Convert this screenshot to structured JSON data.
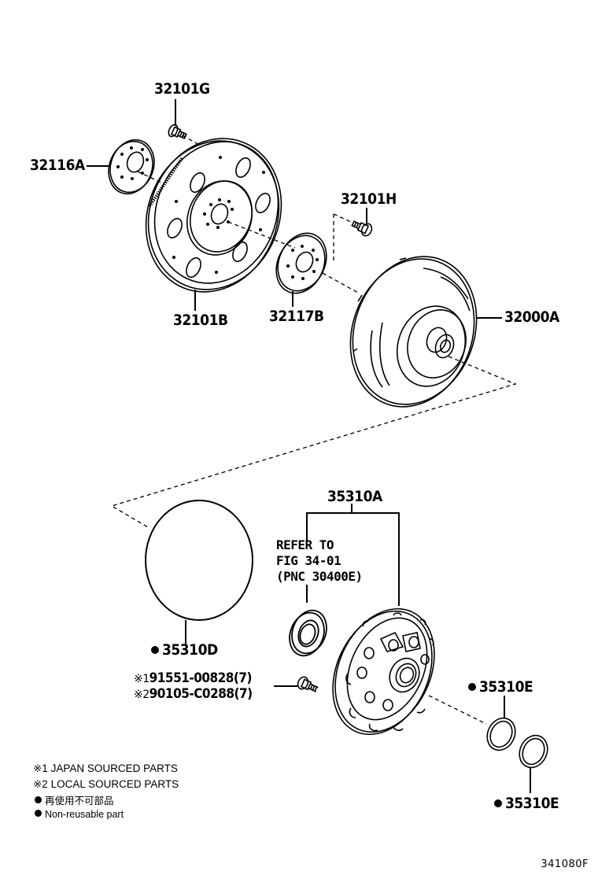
{
  "diagram": {
    "figure_id": "341080F",
    "parts": [
      {
        "id": "32101G",
        "label": "32101G",
        "desc": "bolt"
      },
      {
        "id": "32116A",
        "label": "32116A",
        "desc": "front spacer plate"
      },
      {
        "id": "32101B",
        "label": "32101B",
        "desc": "drive plate / flywheel with ring gear"
      },
      {
        "id": "32101H",
        "label": "32101H",
        "desc": "bolt"
      },
      {
        "id": "32117B",
        "label": "32117B",
        "desc": "rear spacer plate"
      },
      {
        "id": "32000A",
        "label": "32000A",
        "desc": "torque converter"
      },
      {
        "id": "35310A",
        "label": "35310A",
        "desc": "oil pump assembly"
      },
      {
        "id": "35310D",
        "label": "35310D",
        "desc": "O-ring",
        "non_reusable": true
      },
      {
        "id": "35310E_1",
        "label": "35310E",
        "desc": "seal ring",
        "non_reusable": true
      },
      {
        "id": "35310E_2",
        "label": "35310E",
        "desc": "seal ring",
        "non_reusable": true
      }
    ],
    "refer_note": {
      "line1": "REFER TO",
      "line2": "FIG 34-01",
      "line3": "(PNC 30400E)"
    },
    "bolt_callouts": [
      {
        "mark": "※1",
        "part_no": "91551-00828",
        "qty": "(7)"
      },
      {
        "mark": "※2",
        "part_no": "90105-C0288",
        "qty": "(7)"
      }
    ],
    "legend": {
      "note1": "※1 JAPAN SOURCED PARTS",
      "note2": "※2 LOCAL SOURCED PARTS",
      "note3": "再使用不可部品",
      "note4": "Non-reusable part"
    }
  }
}
